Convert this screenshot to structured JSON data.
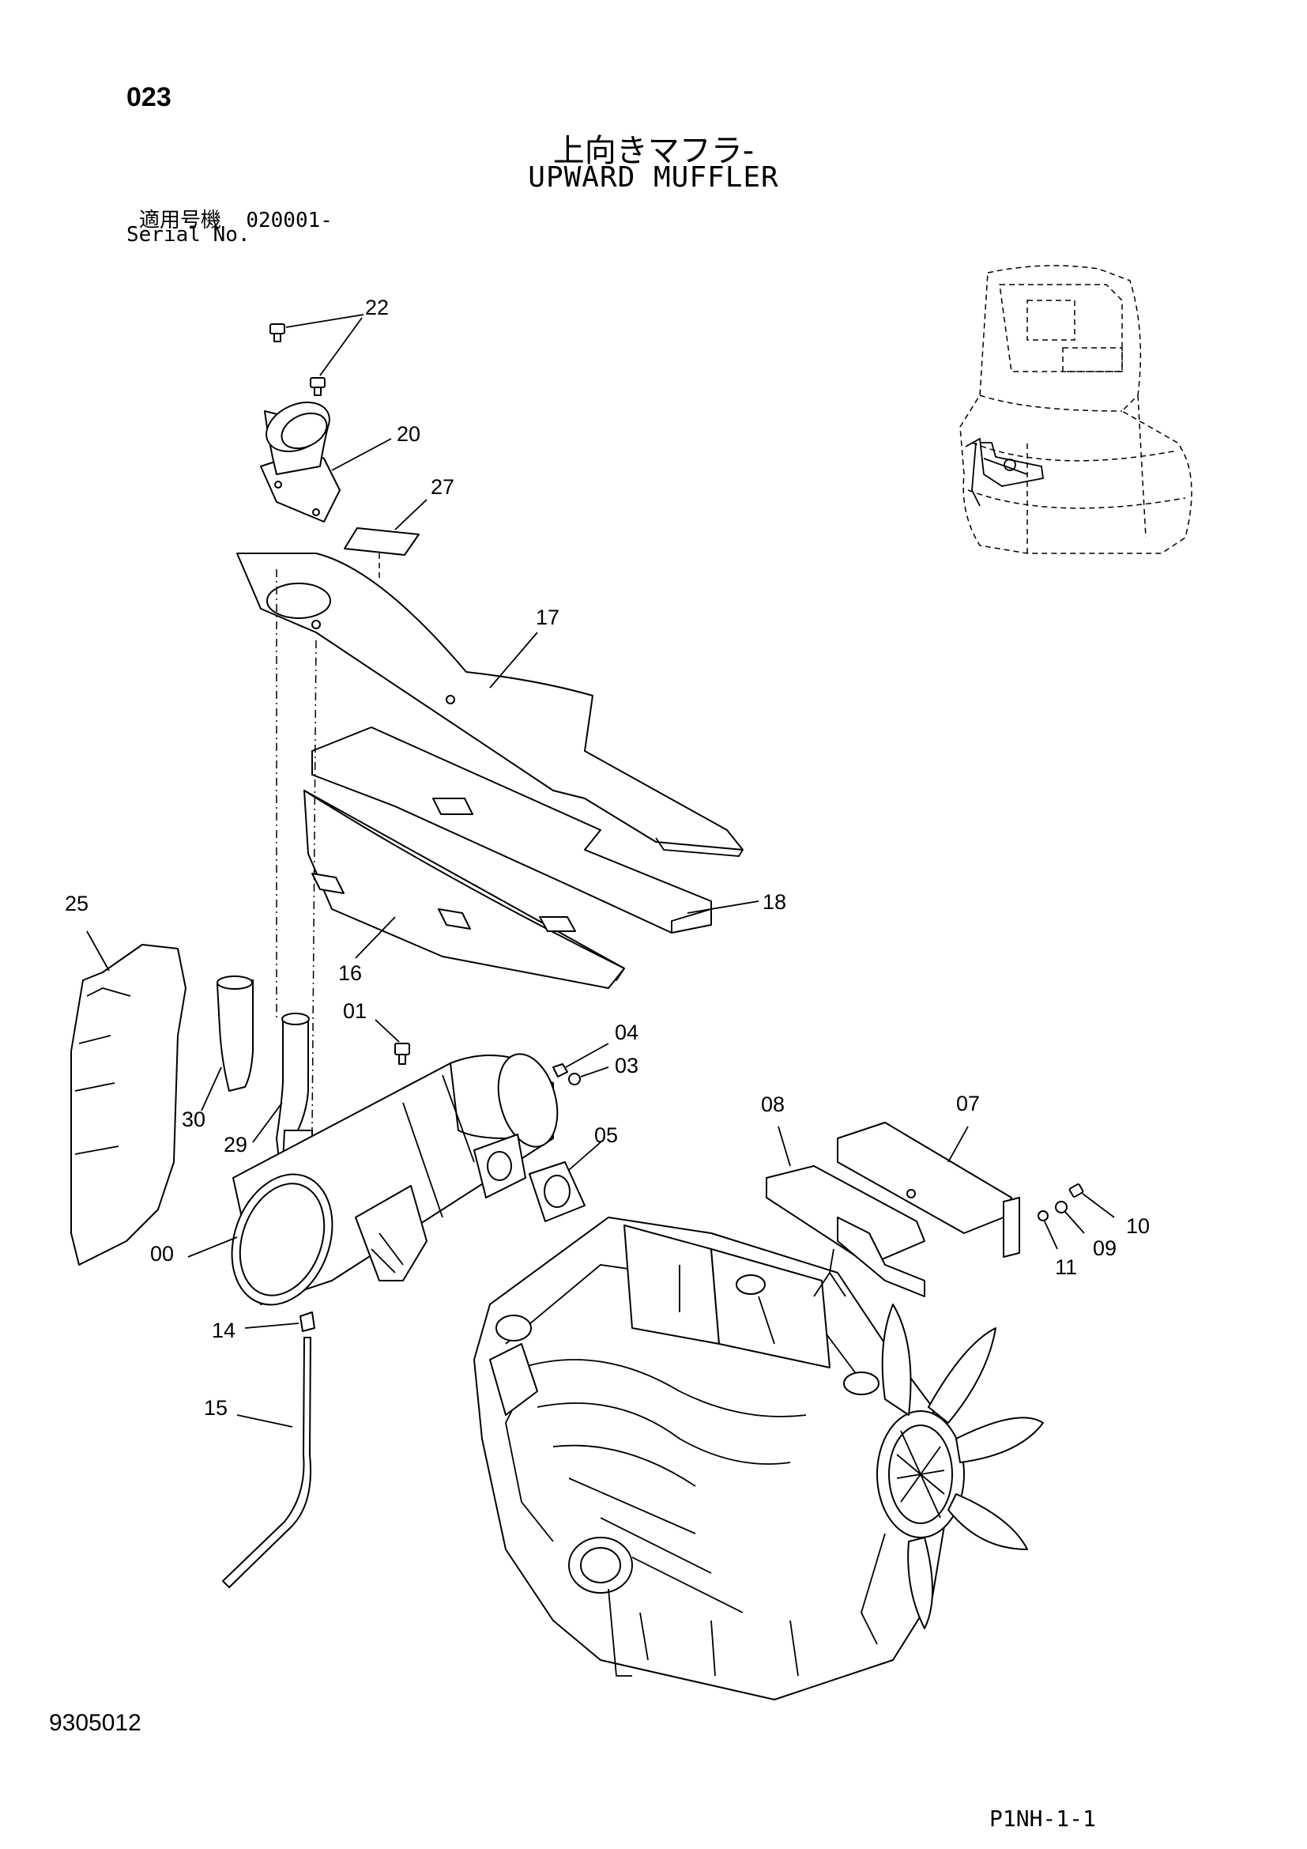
{
  "header": {
    "page_number": "023",
    "title_jp": "上向きマフラ-",
    "title_en": "UPWARD MUFFLER",
    "serial_label_jp": "適用号機",
    "serial_value": "020001-",
    "serial_label_en": "Serial No."
  },
  "footer": {
    "document_number": "9305012",
    "sheet_code": "P1NH-1-1"
  },
  "callouts": {
    "c22": "22",
    "c20": "20",
    "c27": "27",
    "c17": "17",
    "c18": "18",
    "c16": "16",
    "c25": "25",
    "c01": "01",
    "c04": "04",
    "c03": "03",
    "c30": "30",
    "c29": "29",
    "c05": "05",
    "c08": "08",
    "c07": "07",
    "c10": "10",
    "c09": "09",
    "c11": "11",
    "c00": "00",
    "c14": "14",
    "c15": "15"
  }
}
